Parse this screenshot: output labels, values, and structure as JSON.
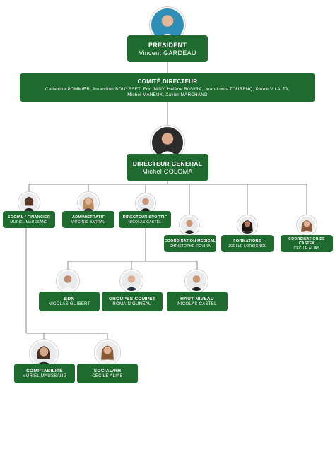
{
  "president": {
    "title": "PRÉSIDENT",
    "name": "Vincent GARDEAU"
  },
  "comite": {
    "title": "COMITÉ DIRECTEUR",
    "line1": "Catherine POMMIER, Amandine BOUYSSET, Eric JANY, Hélène ROVIRA, Jean-Louis TOURENQ, Pierre VILALTA,",
    "line2": "Michel MAHEUX, Xavier MARCHAND"
  },
  "directeur": {
    "title": "DIRECTEUR GENERAL",
    "name": "Michel COLOMA"
  },
  "level3": [
    {
      "title": "SOCIAL / FINANCIER",
      "name": "MURIEL MAUSSANG"
    },
    {
      "title": "ADMINISTRATIF",
      "name": "VIRGINIE BARRAU"
    },
    {
      "title": "DIRECTEUR SPORTIF",
      "name": "NICOLAS CASTEL"
    },
    {
      "title": "COORDINATION MÉDICAL",
      "name": "CHRISTOPHE ROVIRA"
    },
    {
      "title": "FORMATIONS",
      "name": "JOËLLE LORSIGNOL"
    },
    {
      "title": "COORDINATION DE CASTEX",
      "name": "CÉCILE ALIAS"
    }
  ],
  "sport": [
    {
      "title": "EDN",
      "name": "NICOLAS GUIBERT"
    },
    {
      "title": "GROUPES COMPET",
      "name": "ROMAIN GUNEAU"
    },
    {
      "title": "HAUT NIVEAU",
      "name": "NICOLAS CASTEL"
    }
  ],
  "social": [
    {
      "title": "COMPTABILITÉ",
      "name": "MURIEL MAUSSANG"
    },
    {
      "title": "SOCIAL/RH",
      "name": "CÉCILE ALIAS"
    }
  ],
  "colors": {
    "box": "#1f6a2f",
    "line": "#8a8a8a",
    "text": "#ffffff"
  }
}
